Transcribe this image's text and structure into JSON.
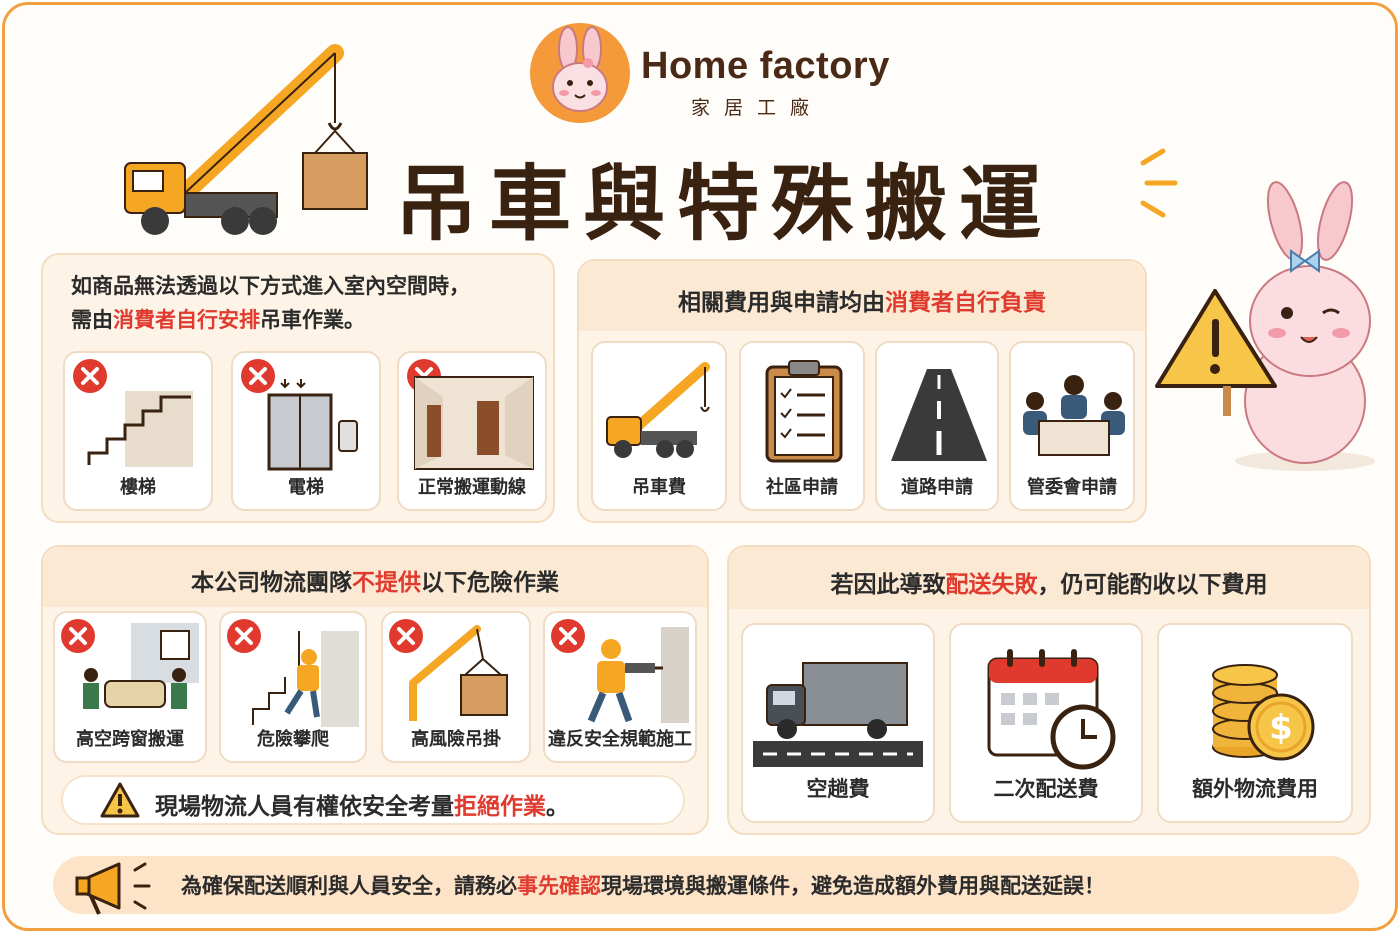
{
  "brand": {
    "name": "Home factory",
    "subtitle": "家居工廠"
  },
  "title": "吊車與特殊搬運",
  "intro": {
    "line1": "如商品無法透過以下方式進入室內空間時，",
    "line2_pre": "需由",
    "line2_red": "消費者自行安排",
    "line2_post": "吊車作業。",
    "items": [
      {
        "label": "樓梯"
      },
      {
        "label": "電梯"
      },
      {
        "label": "正常搬運動線"
      }
    ]
  },
  "fees": {
    "title_pre": "相關費用與申請均由",
    "title_red": "消費者自行負責",
    "items": [
      {
        "label": "吊車費"
      },
      {
        "label": "社區申請"
      },
      {
        "label": "道路申請"
      },
      {
        "label": "管委會申請"
      }
    ]
  },
  "dangers": {
    "title_pre": "本公司物流團隊",
    "title_red": "不提供",
    "title_post": "以下危險作業",
    "items": [
      {
        "label": "高空跨窗搬運"
      },
      {
        "label": "危險攀爬"
      },
      {
        "label": "高風險吊掛"
      },
      {
        "label": "違反安全規範施工"
      }
    ],
    "warning_pre": "現場物流人員有權依安全考量",
    "warning_red": "拒絕作業",
    "warning_post": "。"
  },
  "failure": {
    "title_pre": "若因此導致",
    "title_red": "配送失敗",
    "title_post": "，仍可能酌收以下費用",
    "items": [
      {
        "label": "空趟費"
      },
      {
        "label": "二次配送費"
      },
      {
        "label": "額外物流費用"
      }
    ]
  },
  "footer": {
    "pre": "為確保配送順利與人員安全，請務必",
    "red": "事先確認",
    "post": "現場環境與搬運條件，避免造成額外費用與配送延誤！"
  },
  "colors": {
    "accent": "#f0a040",
    "red": "#e03a2f",
    "panel": "#fdf3e6",
    "crane": "#f5a623"
  }
}
